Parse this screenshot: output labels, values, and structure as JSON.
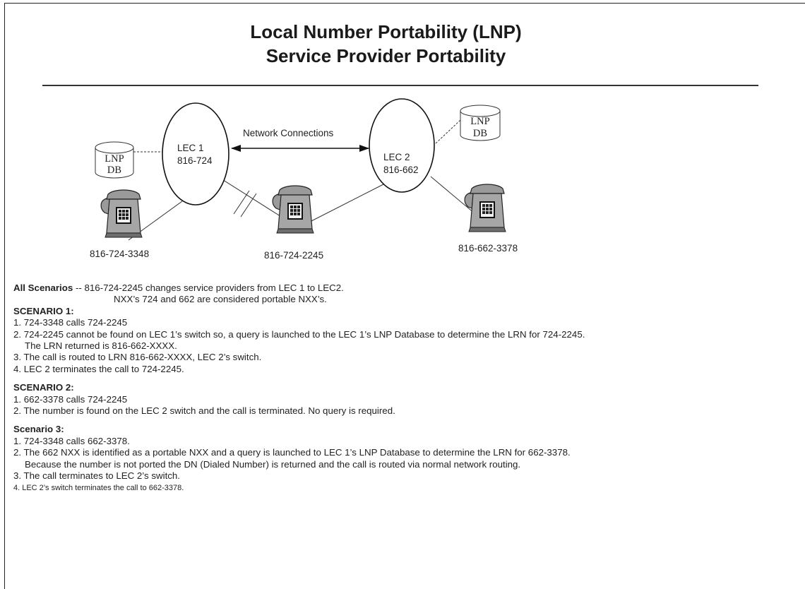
{
  "title_line1": "Local Number Portability (LNP)",
  "title_line2": "Service Provider Portability",
  "diagram": {
    "network_label": "Network Connections",
    "lec1_name": "LEC 1",
    "lec1_prefix": "816-724",
    "lec2_name": "LEC 2",
    "lec2_prefix": "816-662",
    "db_left_l1": "LNP",
    "db_left_l2": "DB",
    "db_right_l1": "LNP",
    "db_right_l2": "DB",
    "phone1_number": "816-724-3348",
    "phone2_number": "816-724-2245",
    "phone3_number": "816-662-3378"
  },
  "all_scenarios": {
    "label": "All Scenarios",
    "line1": " -- 816-724-2245 changes service providers from LEC 1 to LEC2.",
    "line2": "NXX’s 724 and 662 are considered portable NXX’s."
  },
  "scenario1": {
    "heading": "SCENARIO 1:",
    "s1": "1.  724-3348 calls 724-2245",
    "s2": "2.  724-2245 cannot be found on LEC 1’s switch so, a query is launched to the LEC 1’s LNP Database to determine the LRN for 724-2245.",
    "s2b": "The LRN returned is 816-662-XXXX.",
    "s3": "3.  The call is routed to LRN 816-662-XXXX, LEC 2’s switch.",
    "s4": "4.  LEC 2 terminates the call to 724-2245."
  },
  "scenario2": {
    "heading": "SCENARIO 2:",
    "s1": "1.  662-3378 calls 724-2245",
    "s2": "2.   The number is found on the LEC 2 switch and the call is terminated.  No query is required."
  },
  "scenario3": {
    "heading": "Scenario 3:",
    "s1": "1.  724-3348 calls 662-3378.",
    "s2": "2.  The 662 NXX is identified as a portable NXX and a query is launched to LEC 1’s LNP Database to determine the LRN for 662-3378.",
    "s2b": "Because the number is not ported the DN (Dialed Number) is returned and the call is routed via normal network routing.",
    "s3": "3.  The call terminates to LEC 2’s switch.",
    "s4": "4.  LEC 2’s switch terminates the call to 662-3378."
  }
}
